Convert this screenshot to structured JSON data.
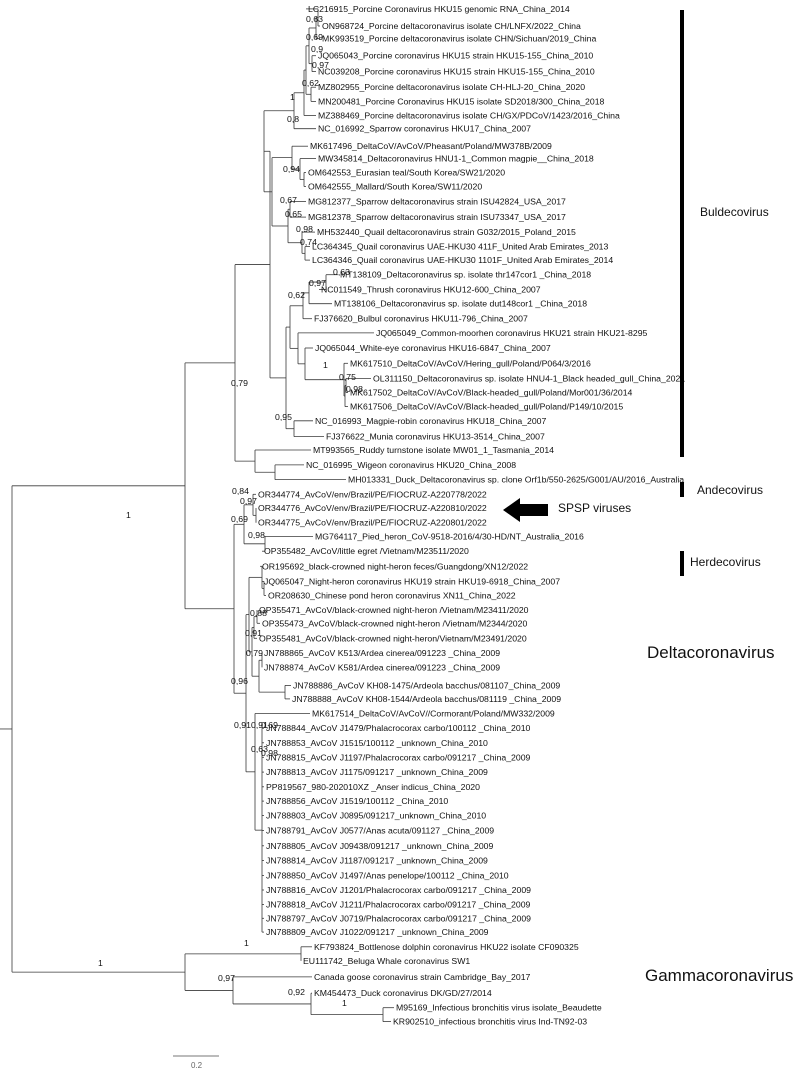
{
  "taxa": [
    "LC216915_Porcine Coronavirus HKU15 genomic RNA_China_2014",
    "ON968724_Porcine deltacoronavirus isolate CH/LNFX/2022_China",
    "MK993519_Porcine deltacoronavirus isolate CHN/Sichuan/2019_China",
    "JQ065043_Porcine coronavirus HKU15 strain HKU15-155_China_2010",
    "NC039208_Porcine coronavirus HKU15 strain HKU15-155_China_2010",
    "MZ802955_Porcine deltacoronavirus isolate CH-HLJ-20_China_2020",
    "MN200481_Porcine Coronavirus HKU15 isolate SD2018/300_China_2018",
    "MZ388469_Porcine deltacoronavirus isolate CH/GX/PDCoV/1423/2016_China",
    "NC_016992_Sparrow coronavirus HKU17_China_2007",
    "MK617496_DeltaCoV/AvCoV/Pheasant/Poland/MW378B/2009",
    "MW345814_Deltacoronavirus HNU1-1_Common magpie__China_2018",
    "OM642553_Eurasian teal/South Korea/SW21/2020",
    "OM642555_Mallard/South Korea/SW11/2020",
    "MG812377_Sparrow deltacoronavirus strain ISU42824_USA_2017",
    "MG812378_Sparrow deltacoronavirus strain ISU73347_USA_2017",
    "MH532440_Quail deltacoronavirus strain G032/2015_Poland_2015",
    "LC364345_Quail coronavirus UAE-HKU30 411F_United Arab Emirates_2013",
    "LC364346_Quail coronavirus UAE-HKU30 1101F_United Arab Emirates_2014",
    "MT138109_Deltacoronavirus sp. isolate thr147cor1 _China_2018",
    "NC011549_Thrush coronavirus HKU12-600_China_2007",
    "MT138106_Deltacoronavirus sp. isolate dut148cor1 _China_2018",
    "FJ376620_Bulbul coronavirus HKU11-796_China_2007",
    "JQ065049_Common-moorhen coronavirus HKU21 strain HKU21-8295",
    "JQ065044_White-eye coronavirus HKU16-6847_China_2007",
    "MK617510_DeltaCoV/AvCoV/Hering_gull/Poland/P064/3/2016",
    "OL311150_Deltacoronavirus sp. isolate HNU4-1_Black headed_gull_China_2021",
    "MK617502_DeltaCoV/AvCoV/Black-headed_gull/Poland/Mor001/36/2014",
    "MK617506_DeltaCoV/AvCoV/Black-headed_gull/Poland/P149/10/2015",
    "NC_016993_Magpie-robin coronavirus HKU18_China_2007",
    "FJ376622_Munia coronavirus HKU13-3514_China_2007",
    "MT993565_Ruddy turnstone  isolate MW01_1_Tasmania_2014",
    "NC_016995_Wigeon coronavirus HKU20_China_2008",
    "MH013331_Duck_Deltacoronavirus sp. clone Orf1b/550-2625/G001/AU/2016_Australia",
    "OR344774_AvCoV/env/Brazil/PE/FIOCRUZ-A220778/2022",
    "OR344776_AvCoV/env/Brazil/PE/FIOCRUZ-A220810/2022",
    "OR344775_AvCoV/env/Brazil/PE/FIOCRUZ-A220801/2022",
    "MG764117_Pied_heron_CoV-9518-2016/4/30-HD/NT_Australia_2016",
    "OP355482_AvCoV/little egret /Vietnam/M23511/2020",
    "OR195692_black-crowned night-heron feces/Guangdong/XN12/2022",
    "JQ065047_Night-heron coronavirus HKU19 strain HKU19-6918_China_2007",
    "OR208630_Chinese pond heron coronavirus XN11_China_2022",
    "OP355471_AvCoV/black-crowned night-heron /Vietnam/M23411/2020",
    "OP355473_AvCoV/black-crowned night-heron /Vietnam/M2344/2020",
    "OP355481_AvCoV/black-crowned night-heron/Vietnam/M23491/2020",
    "JN788865_AvCoV K513/Ardea cinerea/091223 _China_2009",
    "JN788874_AvCoV K581/Ardea cinerea/091223 _China_2009",
    "JN788886_AvCoV KH08-1475/Ardeola bacchus/081107_China_2009",
    "JN788888_AvCoV KH08-1544/Ardeola bacchus/081119 _China_2009",
    "MK617514_DeltaCoV/AvCoV//Cormorant/Poland/MW332/2009",
    "JN788844_AvCoV J1479/Phalacrocorax carbo/100112 _China_2010",
    "JN788853_AvCoV J1515/100112 _unknown_China_2010",
    "JN788815_AvCoV J1197/Phalacrocorax carbo/091217 _China_2009",
    "JN788813_AvCoV J1175/091217 _unknown_China_2009",
    "PP819567_980-202010XZ _Anser indicus_China_2020",
    "JN788856_AvCoV J1519/100112 _China_2010",
    "JN788803_AvCoV J0895/091217_unknown_China_2010",
    "JN788791_AvCoV J0577/Anas acuta/091127 _China_2009",
    "JN788805_AvCoV J09438/091217 _unknown_China_2009",
    "JN788814_AvCoV J1187/091217 _unknown_China_2009",
    "JN788850_AvCoV J1497/Anas penelope/100112 _China_2010",
    "JN788816_AvCoV J1201/Phalacrocorax carbo/091217 _China_2009",
    "JN788818_AvCoV J1211/Phalacrocorax carbo/091217 _China_2009",
    "JN788797_AvCoV J0719/Phalacrocorax carbo/091217 _China_2009",
    "JN788809_AvCoV J1022/091217 _unknown_China_2009",
    "KF793824_Bottlenose dolphin coronavirus HKU22 isolate CF090325",
    "EU111742_Beluga Whale coronavirus SW1",
    "Canada goose coronavirus strain Cambridge_Bay_2017",
    "KM454473_Duck coronavirus DK/GD/27/2014",
    "M95169_Infectious bronchitis virus isolate_Beaudette",
    "KR902510_infectious bronchitis virus Ind-TN92-03"
  ],
  "support_values": [
    "0,63",
    "0,69",
    "0,9",
    "0,97",
    "0,62",
    "1",
    "0,8",
    "0,94",
    "0,67",
    "0,65",
    "0,98",
    "0,74",
    "0,63",
    "0,97",
    "0,62",
    "1",
    "0,75",
    "0,98",
    "0,95",
    "0,79",
    "0,84",
    "1",
    "0,97",
    "0,69",
    "0,98",
    "0,88",
    "0,91",
    "0,79",
    "0,96",
    "0,91",
    "0,91",
    "0,69",
    "0,63",
    "0,98",
    "1",
    "1",
    "0,97",
    "0,92",
    "1"
  ],
  "clades": {
    "buldecovirus": "Buldecovirus",
    "andecovirus": "Andecovirus",
    "spsp": "SPSP viruses",
    "herdecovirus": "Herdecovirus",
    "deltacoronavirus": "Deltacoronavirus",
    "gammacoronavirus": "Gammacoronavirus"
  },
  "scale_bar": {
    "label": "0.2"
  }
}
